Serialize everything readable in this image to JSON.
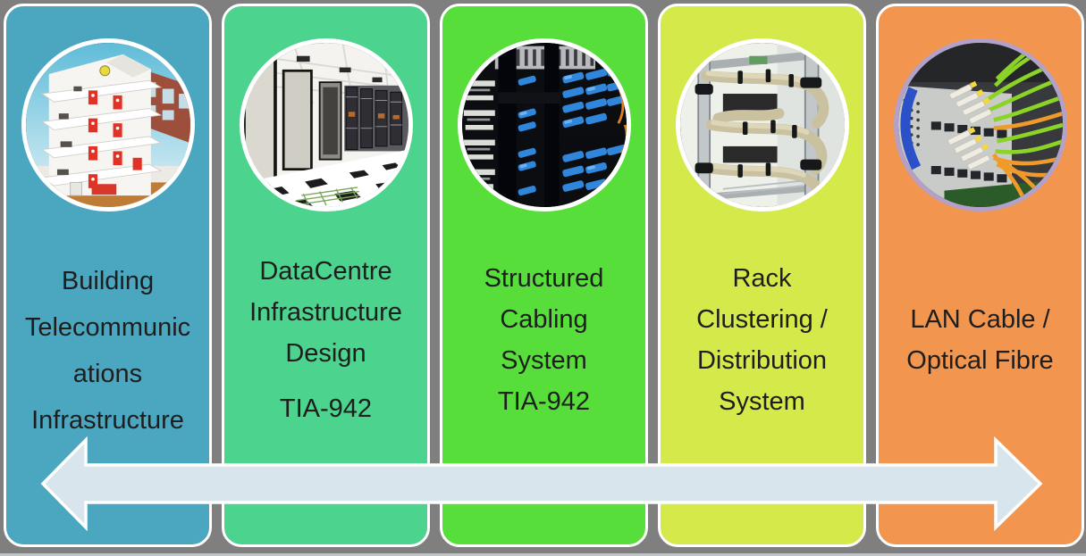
{
  "background": {
    "canvas_color": "#7f7f7f",
    "bottom_strip_color": "#c0c4c6"
  },
  "arrow": {
    "direction": "bidirectional-horizontal",
    "fill": "#d8e5ec",
    "stroke": "#ffffff"
  },
  "text_color": "#1e1e1e",
  "cards": [
    {
      "name": "building-telecommunications-infrastructure",
      "color": "#4ba7bf",
      "ring_color": "#ffffff",
      "photo": "building-cutaway-photo",
      "lines": [
        "Building",
        "Telecommunic",
        "ations",
        "Infrastructure"
      ]
    },
    {
      "name": "datacentre-infrastructure-design",
      "color": "#4cd38d",
      "ring_color": "#ffffff",
      "photo": "datacenter-room-photo",
      "lines": [
        "DataCentre",
        "Infrastructure",
        "Design"
      ],
      "tag": "TIA-942"
    },
    {
      "name": "structured-cabling-system",
      "color": "#58de3b",
      "ring_color": "#ffffff",
      "photo": "patch-panel-blue-cabling-photo",
      "lines": [
        "Structured",
        "Cabling",
        "System",
        "TIA-942"
      ]
    },
    {
      "name": "rack-clustering-distribution-system",
      "color": "#d5e94b",
      "ring_color": "#ffffff",
      "photo": "rack-cable-bundles-photo",
      "lines": [
        "Rack",
        "Clustering /",
        "Distribution",
        "System"
      ]
    },
    {
      "name": "lan-cable-optical-fibre",
      "color": "#f2954e",
      "ring_color": "#b4a1c8",
      "photo": "fibre-optic-cables-photo",
      "lines": [
        "LAN Cable /",
        "Optical Fibre"
      ]
    }
  ]
}
